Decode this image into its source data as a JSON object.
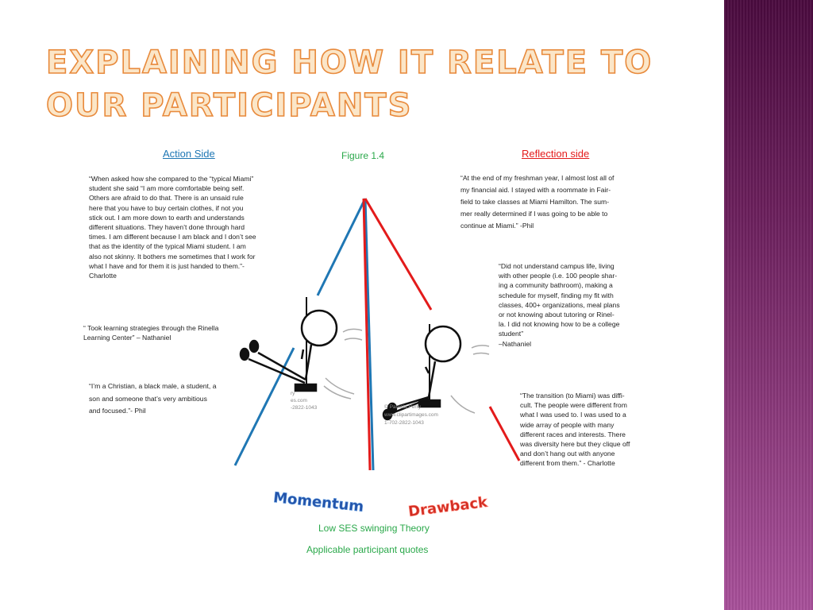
{
  "title": {
    "line1": "Explaining how it relate to",
    "line2": "our participants"
  },
  "headings": {
    "action": "Action Side",
    "figure": "Figure 1.4",
    "reflection": "Reflection side"
  },
  "colors": {
    "title_fill": "#fbe6c8",
    "title_outline": "#e88a3c",
    "action_blue": "#1f77b4",
    "reflection_red": "#e31b1b",
    "caption_green": "#2aa84a",
    "sidebar_purple": "#6b1f5c"
  },
  "quotes": {
    "action": [
      {
        "lines": [
          "“When asked how she compared to the “typical Miami”",
          "student she said “I am more comfortable being self.",
          "Others are afraid to do that. There is an unsaid rule",
          "here that you have to buy certain clothes, if not you",
          "stick out. I am more down to earth and understands",
          "different situations. They haven’t done through hard",
          "times. I am different because I am black and I don’t see",
          "that as the identity of the typical Miami student.  I am",
          "also not skinny. It bothers me sometimes that I work for",
          "what I have and for them it is just handed to them.”-",
          "Charlotte"
        ]
      },
      {
        "lines": [
          "“ Took learning strategies through the Rinella",
          "Learning Center” – Nathaniel"
        ]
      },
      {
        "lines": [
          "“I’m a Christian, a black male, a student, a",
          "son and someone that’s very ambitious",
          "and focused.”- Phil"
        ]
      }
    ],
    "reflection": [
      {
        "lines": [
          "“At the end of my freshman year, I almost lost all of",
          "my financial aid. I stayed with a roommate in Fair-",
          "field to take classes at Miami Hamilton. The sum-",
          "mer really determined if I was going to be able to",
          "continue at Miami.” -Phil"
        ]
      },
      {
        "lines": [
          "“Did not understand campus life, living",
          "with other people (i.e. 100 people shar-",
          "ing a community bathroom), making a",
          "schedule for myself, finding my fit with",
          "classes, 400+ organizations, meal plans",
          "or not knowing about tutoring or Rinel-",
          "la. I did not knowing how to be a college",
          "student”",
          "–Nathaniel"
        ]
      },
      {
        "lines": [
          "“The transition (to Miami) was diffi-",
          "cult. The people were different from",
          "what I was used to. I was used to a",
          "wide array of people with many",
          "different races and interests. There",
          "was diversity here but they clique off",
          "and don’t hang out with anyone",
          "different from them.” - Charlotte"
        ]
      }
    ]
  },
  "diagram": {
    "watermark_left": [
      "ry",
      "es.com",
      "-2822-1043"
    ],
    "watermark_right": [
      "© Pamela Perry",
      "www.clipartimages.com",
      "1-702-2822-1043"
    ],
    "momentum_label": "Momentum",
    "drawback_label": "Drawback"
  },
  "captions": {
    "theory": "Low SES swinging Theory",
    "quotes": "Applicable participant quotes"
  }
}
